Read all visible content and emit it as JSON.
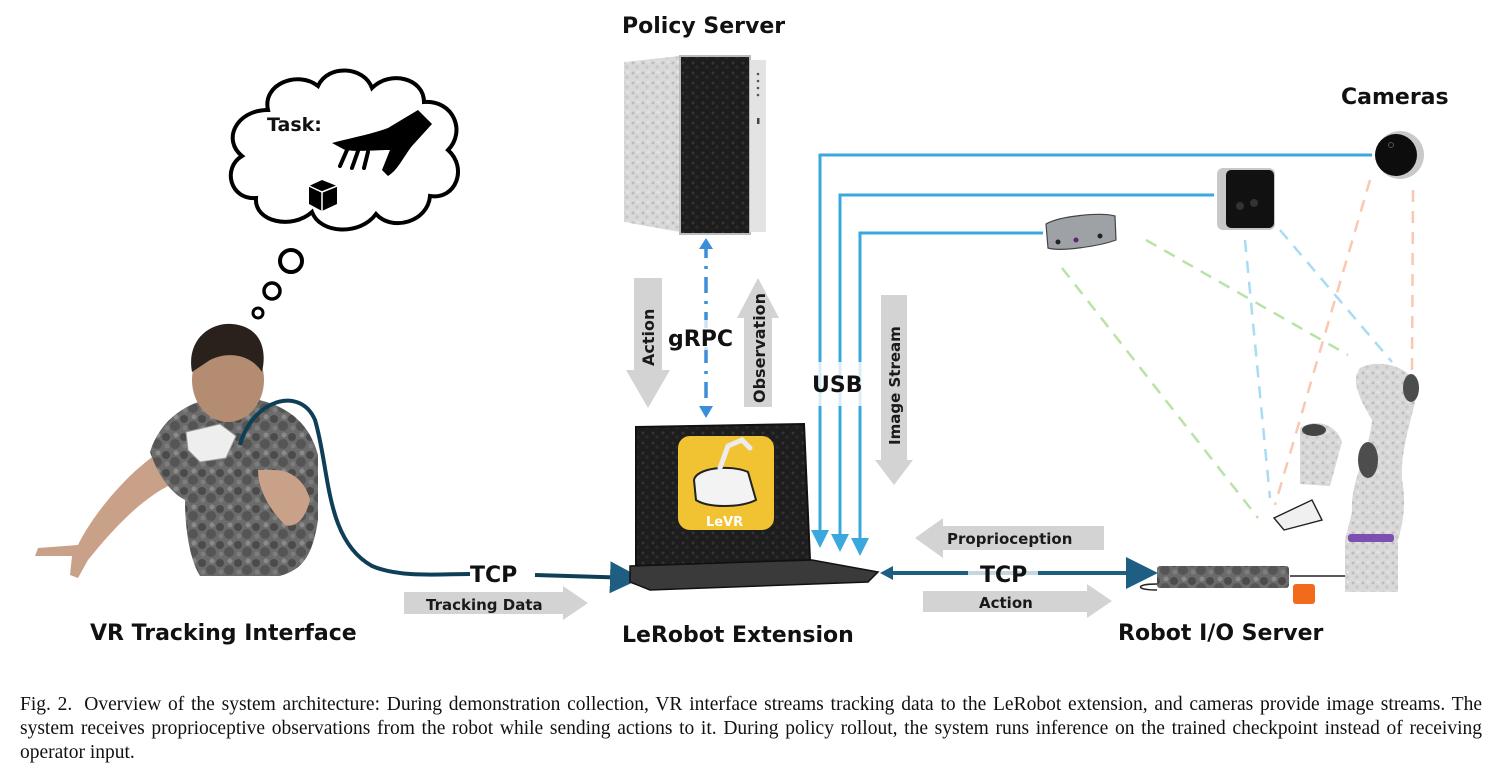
{
  "figure": {
    "components": {
      "policy_server": "Policy Server",
      "cameras": "Cameras",
      "vr_interface": "VR Tracking Interface",
      "lerobot_extension": "LeRobot Extension",
      "robot_io_server": "Robot I/O Server",
      "thought_task": "Task:",
      "laptop_app": "LeVR"
    },
    "links": {
      "grpc": "gRPC",
      "usb": "USB",
      "tcp_left": "TCP",
      "tcp_right": "TCP"
    },
    "flows": {
      "action_down": "Action",
      "observation_up": "Observation",
      "image_stream": "Image Stream",
      "tracking_data": "Tracking Data",
      "proprioception": "Proprioception",
      "action_right": "Action"
    },
    "colors": {
      "usb_line": "#3aa8dc",
      "tcp_line": "#1e5e82",
      "grpc_line": "#3a8fd8",
      "flow_arrow": "#d3d3d3",
      "app_icon": "#f1c232",
      "cam_green": "#b9e3a6",
      "cam_blue": "#a9dcf3",
      "cam_orange": "#f8c9b0",
      "robot_band": "#7c4fb0",
      "cube": "#f26a1b"
    }
  },
  "caption": {
    "label": "Fig. 2.",
    "text": "Overview of the system architecture: During demonstration collection, VR interface streams tracking data to the LeRobot extension, and cameras provide image streams. The system receives proprioceptive observations from the robot while sending actions to it. During policy rollout, the system runs inference on the trained checkpoint instead of receiving operator input."
  }
}
